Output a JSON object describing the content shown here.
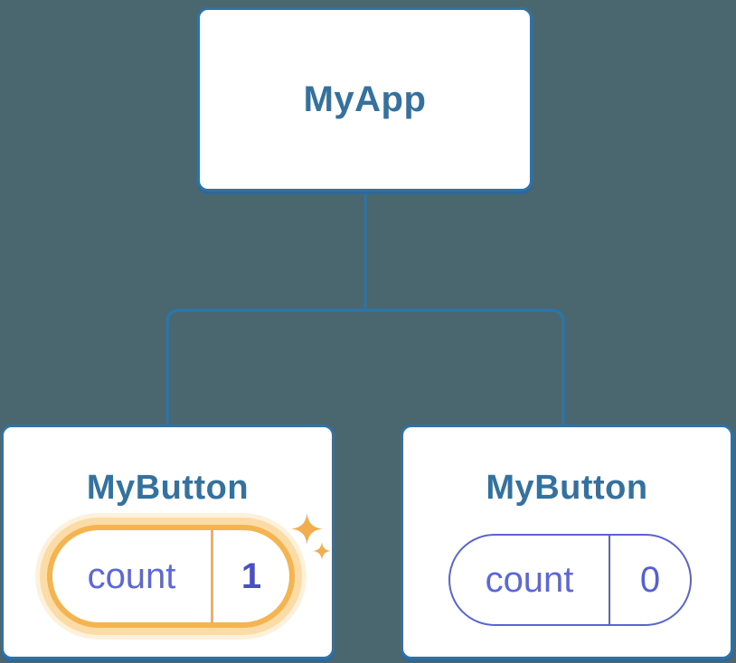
{
  "diagram": {
    "description": "React component tree showing isolated state",
    "root": {
      "label": "MyApp"
    },
    "children": [
      {
        "label": "MyButton",
        "state": {
          "key": "count",
          "value": "1"
        },
        "highlighted": true,
        "sparkle_icons": [
          "sparkle-large-icon",
          "sparkle-small-icon"
        ]
      },
      {
        "label": "MyButton",
        "state": {
          "key": "count",
          "value": "0"
        },
        "highlighted": false,
        "sparkle_icons": []
      }
    ]
  },
  "colors": {
    "background": "#4A6770",
    "connector_line": "#2F74A7",
    "card_border": "#2F73A6",
    "card_bottom_shadow": "#2E689B",
    "card_fill": "#FFFFFF",
    "title_text": "#35719F",
    "state_key_text": "#5C68D9",
    "state_value_highlighted": "#4A50C0",
    "state_value_normal": "#5560D4",
    "state_pill_border": "#5964D2",
    "highlight_pill_border": "#F5B450",
    "highlight_pill_glow": "#FBDCA6",
    "highlight_divider": "#F6B052",
    "sparkle": "#F2AE4E"
  }
}
